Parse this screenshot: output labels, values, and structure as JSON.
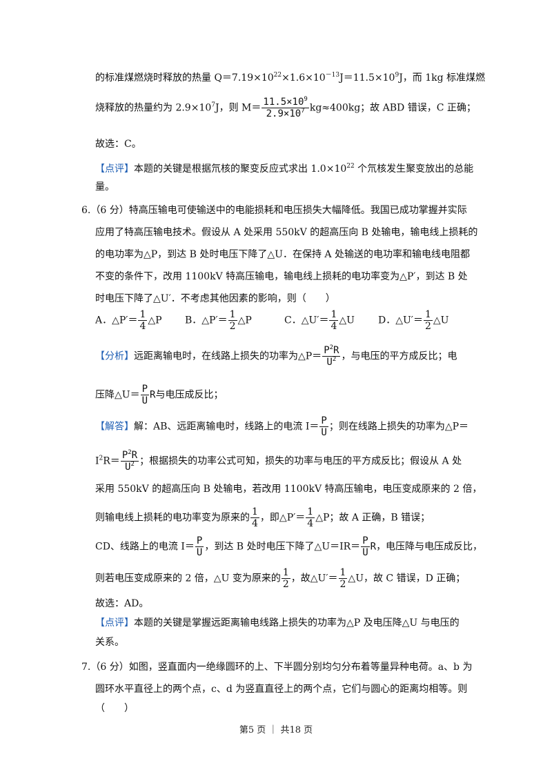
{
  "l1": "的标准煤燃烧时释放的热量 Q＝7.19×10",
  "l1_e1": "22",
  "l1_b": "×1.6×10",
  "l1_e2": "－13",
  "l1_c": "J＝11.5×10",
  "l1_e3": "9",
  "l1_d": "J，而 1kg 标准煤燃",
  "l2_a": "烧释放的热量约为 2.9×10",
  "l2_e1": "7",
  "l2_b": "J，则 M＝",
  "l2_num": "11.5×10",
  "l2_num_e": "9",
  "l2_den": "2.9×10",
  "l2_den_e": "7",
  "l2_c": "kg≈400kg；故 ABD 错误，C 正确；",
  "l3": "故选：C。",
  "l4_tag": "【点评】",
  "l4": "本题的关键是根据氘核的聚变反应式求出 1.0×10",
  "l4_e": "22",
  "l4_b": " 个氘核发生聚变放出的总能",
  "l5": "量。",
  "q6_1": "6.（6 分）特高压输电可使输送中的电能损耗和电压损失大幅降低。我国已成功掌握并实际",
  "q6_2": "应用了特高压输电技术。假设从 A 处采用 550kV 的超高压向 B 处输电，输电线上损耗的",
  "q6_3": "的电功率为△P，到达 B 处时电压下降了△U．在保持 A 处输送的电功率和输电线电阻都",
  "q6_4": "不变的条件下，改用 1100kV 特高压输电，输电线上损耗的电功率变为△P′，到达 B 处",
  "q6_5": "时电压下降了△U′．不考虑其他因素的影响，则（　　）",
  "optA": "A．△P′＝",
  "optA_t": "△P",
  "optB": "B．△P′＝",
  "optB_t": "△P",
  "optC": "C．△U′＝",
  "optC_t": "△U",
  "optD": "D．△U′＝",
  "optD_t": "△U",
  "one": "1",
  "four": "4",
  "two": "2",
  "fx_P": "P",
  "fx_U": "U",
  "fx_P2R": "P",
  "fx_sq": "2",
  "fx_R": "R",
  "fx_U2": "U",
  "a1_tag": "【分析】",
  "a1": "远距离输电时，在线路上损失的功率为△P＝",
  "a1_b": "，与电压的平方成反比；电",
  "a2": "压降△U＝",
  "a2_b": "与电压成反比；",
  "s1_tag": "【解答】",
  "s1": "解：AB、远距离输电时，线路上的电流 I＝",
  "s1_b": "；则在线路上损失的功率为△P＝",
  "s2_a": "I",
  "s2_e": "2",
  "s2_b": "R＝",
  "s2_c": "；根据损失的功率公式可知，损失的功率与电压的平方成反比；假设从 A 处",
  "s3": "采用 550kV 的超高压向 B 处输电，若改用 1100kV 特高压输电，电压变成原来的 2 倍，",
  "s4": "则输电线上损耗的电功率变为原来的",
  "s4_b": "，即△P′＝",
  "s4_c": "△P；故 A 正确，B 错误；",
  "s5": "CD、线路上的电流 I＝",
  "s5_b": "，到达 B 处时电压下降了△U＝IR＝",
  "s5_c": "，电压降与电压成反比，",
  "s6": "则若电压变成原来的 2 倍，△U 变为原来的",
  "s6_b": "，故△U′＝",
  "s6_c": "△U，故 C 错误，D 正确；",
  "s7": "故选：AD。",
  "c1_tag": "【点评】",
  "c1": "本题的关键是掌握远距离输电线路上损失的功率为△P 及电压降△U 与电压的",
  "c2": "关系。",
  "q7_1": "7.（6 分）如图，竖直面内一绝缘圆环的上、下半圆分别均匀分布着等量异种电荷。a、b 为",
  "q7_2": "圆环水平直径上的两个点，c、d 为竖直直径上的两个点，它们与圆心的距离均相等。则",
  "q7_3": "（　　）",
  "footer": "第5 页 ｜ 共18 页"
}
